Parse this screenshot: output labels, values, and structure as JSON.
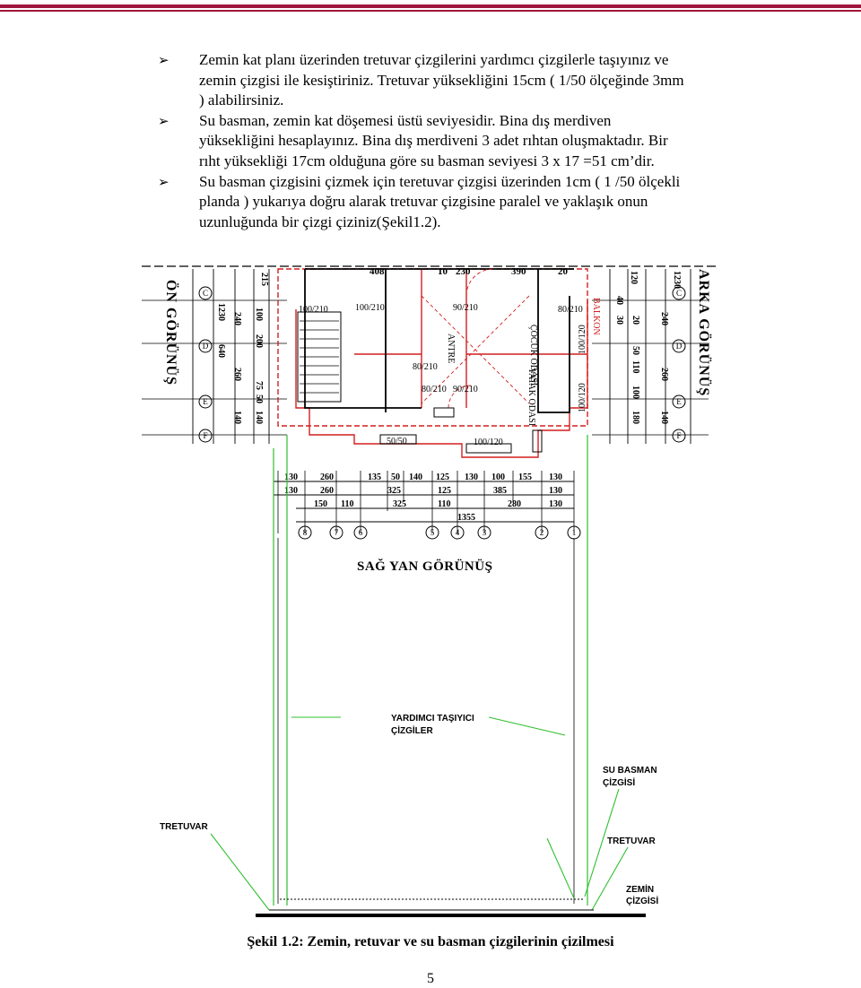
{
  "bullets": [
    {
      "lines": [
        "Zemin kat planı üzerinden tretuvar çizgilerini yardımcı çizgilerle taşıyınız ve",
        "zemin çizgisi ile kesiştiriniz. Tretuvar yüksekliğini 15cm ( 1/50 ölçeğinde 3mm",
        ") alabilirsiniz."
      ]
    },
    {
      "lines": [
        "Su basman, zemin kat döşemesi üstü seviyesidir. Bina dış merdiven",
        "yüksekliğini hesaplayınız. Bina dış merdiveni 3 adet rıhtan oluşmaktadır. Bir",
        "rıht yüksekliği 17cm olduğuna göre su basman seviyesi 3 x 17 =51 cm’dir."
      ]
    },
    {
      "lines": [
        "Su basman çizgisini çizmek için teretuvar çizgisi üzerinden 1cm ( 1 /50 ölçekli",
        "planda ) yukarıya doğru alarak tretuvar çizgisine paralel ve yaklaşık onun",
        "uzunluğunda bir çizgi çiziniz(Şekil1.2)."
      ]
    }
  ],
  "drawing": {
    "left_view_label": "ÖN GÖRÜNÜŞ",
    "right_view_label": "ARKA GÖRÜNÜŞ",
    "side_view_label": "SAĞ YAN GÖRÜNÜŞ",
    "helper_lines_label_1": "YARDIMCI TAŞIYICI",
    "helper_lines_label_2": "ÇİZGİLER",
    "su_basman_label_1": "SU BASMAN",
    "su_basman_label_2": "ÇİZGİSİ",
    "tretuvar_left_label": "TRETUVAR",
    "tretuvar_right_label": "TRETUVAR",
    "zemin_label_1": "ZEMİN",
    "zemin_label_2": "ÇİZGİSİ",
    "top_dims": [
      "408",
      "10",
      "230",
      "390",
      "20"
    ],
    "room_labels": [
      "ÇOCUK ODASI",
      "YATAK ODASI",
      "ANTRE",
      "BALKON"
    ],
    "door_labels": [
      "100/210",
      "100/210",
      "90/210",
      "80/210",
      "80/210",
      "90/210",
      "100/120",
      "100/120",
      "50/50",
      "100/120",
      "80/210"
    ],
    "bottom_dims_row1": [
      "130",
      "260",
      "135",
      "50",
      "140",
      "125",
      "130",
      "100",
      "155",
      "130"
    ],
    "bottom_dims_row2": [
      "130",
      "260",
      "325",
      "125",
      "385",
      "130"
    ],
    "bottom_dims_row3": [
      "150",
      "110",
      "325",
      "110",
      "280",
      "130"
    ],
    "bottom_total": "1355",
    "axis_markers": [
      "8",
      "7",
      "6",
      "5",
      "4",
      "3",
      "2",
      "1"
    ],
    "left_axis_letters": [
      "C",
      "D",
      "E",
      "F"
    ],
    "right_axis_letters": [
      "C",
      "D",
      "E",
      "F"
    ],
    "left_dims_a": [
      "215",
      "1230",
      "240",
      "640",
      "260",
      "140"
    ],
    "left_dims_b": [
      "100",
      "200",
      "75",
      "50",
      "140"
    ],
    "right_dims_a": [
      "120",
      "240",
      "1230",
      "260",
      "140"
    ],
    "right_dims_b": [
      "40",
      "30",
      "20",
      "50",
      "110",
      "100",
      "180"
    ]
  },
  "caption": "Şekil 1.2: Zemin, retuvar ve su basman çizgilerinin çizilmesi",
  "page_number": "5",
  "colors": {
    "top_rule": "#a0163c",
    "wall_red": "#d21f1f",
    "helper_green": "#2fbf2f",
    "dim_black": "#000000"
  }
}
